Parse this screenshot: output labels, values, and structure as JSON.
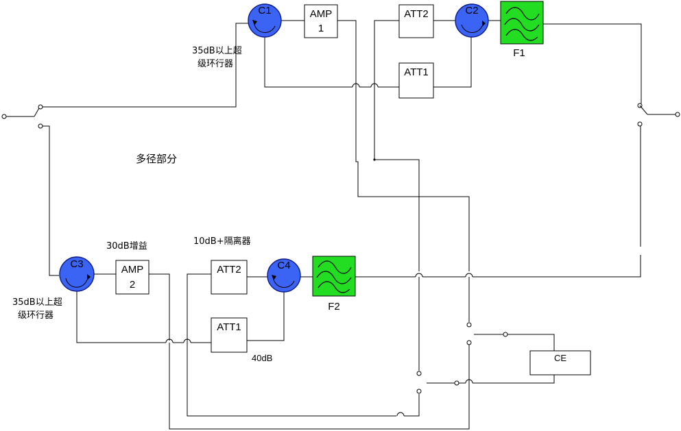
{
  "components": {
    "c1": "C1",
    "c2": "C2",
    "c3": "C3",
    "c4": "C4",
    "amp1_line1": "AMP",
    "amp1_line2": "1",
    "amp2_line1": "AMP",
    "amp2_line2": "2",
    "att2_top": "ATT2",
    "att1_top": "ATT1",
    "att2_bot": "ATT2",
    "att1_bot": "ATT1",
    "f1": "F1",
    "f2": "F2",
    "ce": "CE"
  },
  "annotations": {
    "circ_note_top_line1": "35dB以上超",
    "circ_note_top_line2": "级环行器",
    "circ_note_bot_line1": "35dB以上超",
    "circ_note_bot_line2": "级环行器",
    "multipath": "多径部分",
    "gain_30db": "30dB增益",
    "isolator_10db": "10dB+隔离器",
    "att_40db": "40dB"
  },
  "colors": {
    "circulator_fill": "#3b63f4",
    "filter_fill": "#22dd22"
  },
  "icons": {
    "filter": "filter-wave-icon",
    "circulator": "circulator-arrow-icon"
  }
}
